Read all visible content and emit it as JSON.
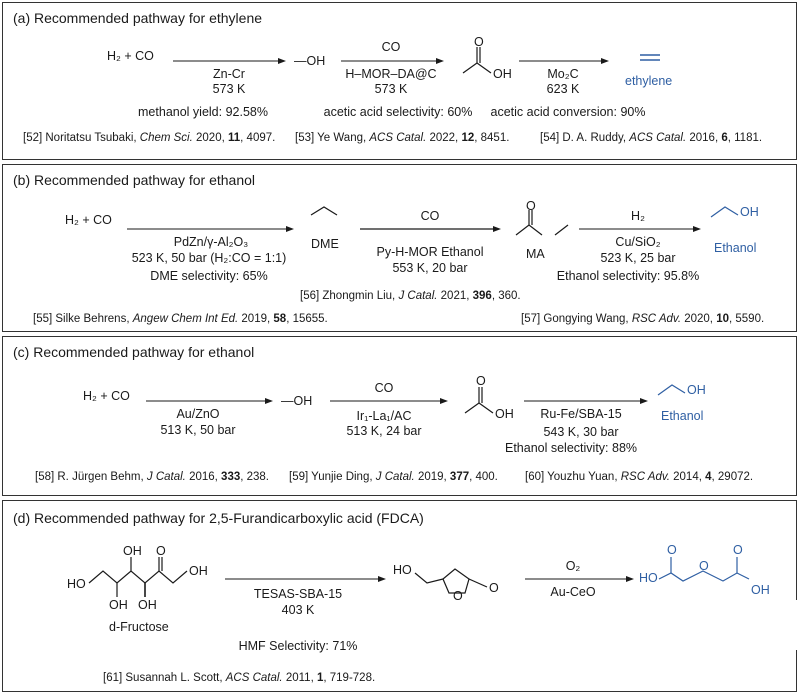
{
  "panel_a": {
    "title": "(a) Recommended pathway for ethylene",
    "reactant": "H₂ + CO",
    "step1_catalyst": "Zn-Cr",
    "step1_conditions": "573 K",
    "methanol": "—OH",
    "step2_above": "CO",
    "step2_catalyst": "H–MOR–DA@C",
    "step2_conditions": "573 K",
    "acetic_acid_oh": "OH",
    "acetic_acid_o": "O",
    "step3_catalyst": "Mo₂C",
    "step3_conditions": "623 K",
    "product_label": "ethylene",
    "result1": "methanol yield: 92.58%",
    "result2": "acetic acid selectivity: 60%",
    "result3": "acetic acid conversion: 90%",
    "ref1_pre": "[52] Noritatsu Tsubaki, ",
    "ref1_journal": "Chem Sci.",
    "ref1_year": " 2020, ",
    "ref1_vol": "11",
    "ref1_pages": ", 4097.",
    "ref2_pre": "[53] Ye Wang, ",
    "ref2_journal": "ACS Catal.",
    "ref2_year": " 2022, ",
    "ref2_vol": "12",
    "ref2_pages": ", 8451.",
    "ref3_pre": "[54] D. A. Ruddy, ",
    "ref3_journal": "ACS Catal.",
    "ref3_year": " 2016, ",
    "ref3_vol": "6",
    "ref3_pages": ", 1181."
  },
  "panel_b": {
    "title": "(b) Recommended pathway for ethanol",
    "reactant": "H₂ + CO",
    "step1_catalyst": "PdZn/γ-Al₂O₃",
    "step1_conditions": "523 K, 50 bar (H₂:CO = 1:1)",
    "step1_result": "DME selectivity: 65%",
    "dme": "DME",
    "step2_above": "CO",
    "step2_catalyst": "Py-H-MOR Ethanol",
    "step2_conditions": "553 K, 20 bar",
    "ma": "MA",
    "ma_o": "O",
    "step3_above": "H₂",
    "step3_catalyst": "Cu/SiO₂",
    "step3_conditions": "523 K, 25 bar",
    "step3_result": "Ethanol selectivity: 95.8%",
    "product_oh": "OH",
    "product_label": "Ethanol",
    "ref56_pre": "[56]  Zhongmin Liu, ",
    "ref56_journal": "J Catal.",
    "ref56_year": " 2021, ",
    "ref56_vol": "396",
    "ref56_pages": ", 360.",
    "ref55_pre": "[55] Silke Behrens, ",
    "ref55_journal": "Angew Chem Int Ed.",
    "ref55_year": " 2019, ",
    "ref55_vol": "58",
    "ref55_pages": ", 15655.",
    "ref57_pre": "[57] Gongying Wang, ",
    "ref57_journal": "RSC Adv.",
    "ref57_year": " 2020, ",
    "ref57_vol": "10",
    "ref57_pages": ", 5590."
  },
  "panel_c": {
    "title": "(c) Recommended pathway for ethanol",
    "reactant": "H₂ + CO",
    "step1_catalyst": "Au/ZnO",
    "step1_conditions": "513 K, 50 bar",
    "methanol": "—OH",
    "step2_above": "CO",
    "step2_catalyst": "Ir₁-La₁/AC",
    "step2_conditions": "513 K, 24 bar",
    "acetic_acid_oh": "OH",
    "acetic_acid_o": "O",
    "step3_catalyst": "Ru-Fe/SBA-15",
    "step3_conditions": "543 K, 30 bar",
    "step3_result": "Ethanol selectivity: 88%",
    "product_oh": "OH",
    "product_label": "Ethanol",
    "ref58_pre": "[58] R. Jürgen Behm, ",
    "ref58_journal": "J Catal.",
    "ref58_year": " 2016, ",
    "ref58_vol": "333",
    "ref58_pages": ", 238.",
    "ref59_pre": "[59] Yunjie Ding, ",
    "ref59_journal": "J Catal.",
    "ref59_year": " 2019, ",
    "ref59_vol": "377",
    "ref59_pages": ", 400.",
    "ref60_pre": "[60] Youzhu Yuan, ",
    "ref60_journal": "RSC Adv.",
    "ref60_year": " 2014, ",
    "ref60_vol": "4",
    "ref60_pages": ", 29072."
  },
  "panel_d": {
    "title": "(d) Recommended pathway for 2,5-Furandicarboxylic acid (FDCA)",
    "fructose_label": "d-Fructose",
    "fructose_ho_left": "HO",
    "fructose_oh_top": "OH",
    "fructose_oh_bottom1": "OH",
    "fructose_oh_bottom2": "OH",
    "fructose_o": "O",
    "fructose_oh_right": "OH",
    "step1_catalyst": "TESAS-SBA-15",
    "step1_conditions": "403 K",
    "step1_result": "HMF Selectivity: 71%",
    "hmf_ho": "HO",
    "hmf_o_ring": "O",
    "hmf_o_ald": "O",
    "step2_above": "O₂",
    "step2_catalyst": "Au-CeO",
    "fdca_ho": "HO",
    "fdca_o1": "O",
    "fdca_o_ring": "O",
    "fdca_o2": "O",
    "fdca_oh": "OH",
    "ref61_pre": "[61] Susannah L. Scott, ",
    "ref61_journal": "ACS Catal.",
    "ref61_year": " 2011, ",
    "ref61_vol": "1",
    "ref61_pages": ", 719-728."
  }
}
